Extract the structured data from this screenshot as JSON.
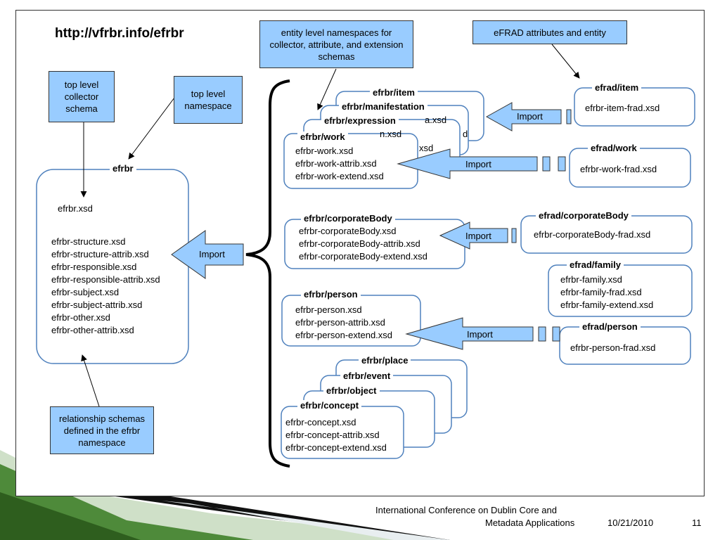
{
  "url_title": "http://vfrbr.info/efrbr",
  "callouts": {
    "top_level_schema": "top level collector schema",
    "top_level_namespace": "top level namespace",
    "entity_namespaces": "entity level namespaces for collector, attribute, and extension schemas",
    "efrad": "eFRAD attributes and entity",
    "relationship": "relationship schemas defined in the efrbr namespace"
  },
  "efrbr_box": {
    "title": "efrbr",
    "first_file": "efrbr.xsd",
    "files": [
      "efrbr-structure.xsd",
      "efrbr-structure-attrib.xsd",
      "efrbr-responsible.xsd",
      "efrbr-responsible-attrib.xsd",
      "efrbr-subject.xsd",
      "efrbr-subject-attrib.xsd",
      "efrbr-other.xsd",
      "efrbr-other-attrib.xsd"
    ]
  },
  "import_label": "Import",
  "group1": {
    "item": "efrbr/item",
    "manifestation": "efrbr/manifestation",
    "manifestation_partial": "n.xsd",
    "manifestation_partial2": "a.xsd",
    "expression": "efrbr/expression",
    "expression_partial": "d",
    "work": {
      "title": "efrbr/work",
      "files": [
        "efrbr-work.xsd",
        "efrbr-work-attrib.xsd",
        "efrbr-work-extend.xsd"
      ]
    },
    "work_partial": "xsd"
  },
  "corporate": {
    "title": "efrbr/corporateBody",
    "files": [
      "efrbr-corporateBody.xsd",
      "efrbr-corporateBody-attrib.xsd",
      "efrbr-corporateBody-extend.xsd"
    ]
  },
  "person": {
    "title": "efrbr/person",
    "files": [
      "efrbr-person.xsd",
      "efrbr-person-attrib.xsd",
      "efrbr-person-extend.xsd"
    ]
  },
  "concepts": {
    "place": "efrbr/place",
    "event": "efrbr/event",
    "object": "efrbr/object",
    "concept": {
      "title": "efrbr/concept",
      "files": [
        "efrbr-concept.xsd",
        "efrbr-concept-attrib.xsd",
        "efrbr-concept-extend.xsd"
      ]
    }
  },
  "efrad": {
    "item": {
      "title": "efrad/item",
      "files": [
        "efrbr-item-frad.xsd"
      ]
    },
    "work": {
      "title": "efrad/work",
      "files": [
        "efrbr-work-frad.xsd"
      ]
    },
    "corporate": {
      "title": "efrad/corporateBody",
      "files": [
        "efrbr-corporateBody-frad.xsd"
      ]
    },
    "family": {
      "title": "efrad/family",
      "files": [
        "efrbr-family.xsd",
        "efrbr-family-frad.xsd",
        "efrbr-family-extend.xsd"
      ]
    },
    "person": {
      "title": "efrad/person",
      "files": [
        "efrbr-person-frad.xsd"
      ]
    }
  },
  "footer": {
    "line1": "International Conference on Dublin Core and",
    "line2": "Metadata Applications",
    "date": "10/21/2010",
    "page": "11"
  },
  "colors": {
    "callout": "#99ccff",
    "box_border": "#4f81bd",
    "arrow_fill": "#99ccff",
    "deco_dark": "#2e5e1e"
  }
}
